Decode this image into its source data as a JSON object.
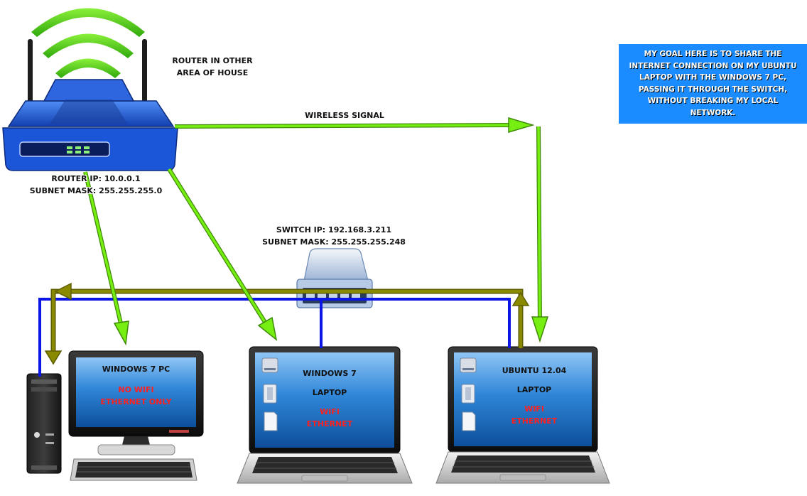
{
  "router": {
    "caption_lines": [
      "ROUTER IN OTHER",
      "AREA OF HOUSE"
    ],
    "ip_label": "ROUTER IP: 10.0.0.1",
    "mask_label": "SUBNET MASK: 255.255.255.0"
  },
  "wireless_label": "WIRELESS SIGNAL",
  "switch": {
    "ip_label": "SWITCH IP: 192.168.3.211",
    "mask_label": "SUBNET MASK: 255.255.255.248"
  },
  "goal_text": "MY GOAL HERE IS TO SHARE THE INTERNET CONNECTION ON MY UBUNTU LAPTOP WITH THE WINDOWS 7 PC, PASSING IT THROUGH THE SWITCH, WITHOUT BREAKING MY LOCAL NETWORK.",
  "desktop": {
    "title": "WINDOWS 7 PC",
    "notes": [
      "NO WIFI",
      "ETHERNET ONLY"
    ]
  },
  "laptop_win": {
    "title": "WINDOWS 7",
    "subtitle": "LAPTOP",
    "notes": [
      "WIFI",
      "ETHERNET"
    ]
  },
  "laptop_ubuntu": {
    "title": "UBUNTU 12.04",
    "subtitle": "LAPTOP",
    "notes": [
      "WIFI",
      "ETHERNET"
    ]
  },
  "colors": {
    "wireless_arrow": "#77ee11",
    "ethernet_blue": "#0b16e6",
    "shared_olive": "#7a7a00",
    "goal_box": "#1a8cff",
    "screen_blue": "#1f78cf",
    "router_blue": "#1b56d8",
    "red_text": "#ff2020"
  }
}
